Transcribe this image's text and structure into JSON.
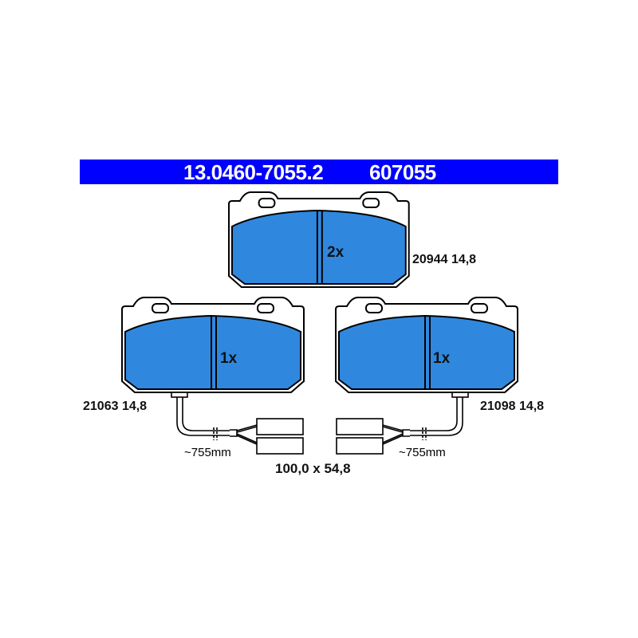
{
  "header": {
    "article_number": "13.0460-7055.2",
    "code": "607055"
  },
  "pads": [
    {
      "part": "20944 14,8",
      "quantity": "2x"
    },
    {
      "part": "21063 14,8",
      "quantity": "1x"
    },
    {
      "part": "21098 14,8",
      "quantity": "1x"
    }
  ],
  "sensor_length_left": "~755mm",
  "sensor_length_right": "~755mm",
  "dimensions": "100,0 x 54,8",
  "colors": {
    "banner": "#0000ff",
    "friction": "#2f88de"
  }
}
